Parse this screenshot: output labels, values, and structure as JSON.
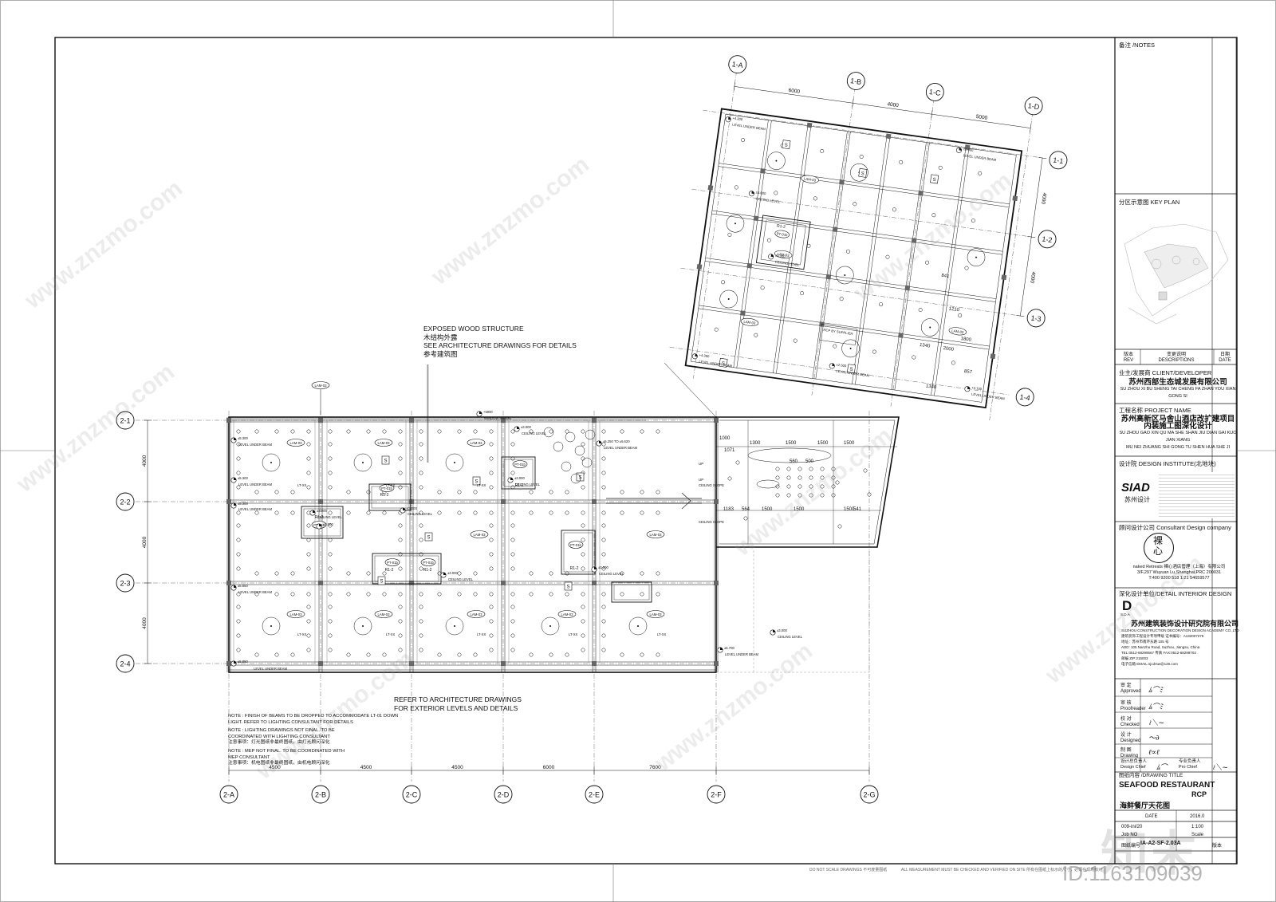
{
  "notes": {
    "exposed_wood_en": "EXPOSED WOOD STRUCTURE",
    "exposed_wood_cn": "木结构外露",
    "see_arch_en": "SEE ARCHITECTURE DRAWINGS FOR DETAILS",
    "see_arch_cn": "参考建筑图",
    "refer_arch_1": "REFER TO ARCHITECTURE DRAWINGS",
    "refer_arch_2": "FOR EXTERIOR LEVELS AND DETAILS",
    "note_1a": "NOTE : FINISH OF BEAMS TO BE DROPPED TO ACCOMMODATE LT-01 DOWN",
    "note_1b": "LIGHT. REFER TO LIGHTING CONSULTANT FOR DETAILS",
    "note_2a": "NOTE : LIGHTING DRAWINGS NOT FINAL. TO BE",
    "note_2b": "COORDINATED WITH LIGHTING CONSULTANT",
    "note_2c": "注意事项：灯光图纸非最终图纸，由灯光顾问深化",
    "note_3a": "NOTE : MEP NOT FINAL. TO BE COORDINATED WITH",
    "note_3b": "MEP CONSULTANT",
    "note_3c": "注意事项：机电图纸非最终图纸，由机电顾问深化",
    "footer_1": "DO NOT SCALE DRAWINGS  不可度量图纸",
    "footer_2": "ALL MEASUREMENT MUST BE CHECKED AND VERIFIED ON SITE  所有在图纸上标示的尺寸，必须在现场核对",
    "id_watermark": "ID:1163109039",
    "site_watermark": "www.znzmo.com",
    "brand_watermark": "知末"
  },
  "grid": {
    "h_labels": [
      "2-1",
      "2-2",
      "2-3",
      "2-4"
    ],
    "v_labels": [
      "2-A",
      "2-B",
      "2-C",
      "2-D",
      "2-E",
      "2-F",
      "2-G"
    ],
    "h_dims": [
      "4000",
      "4000",
      "4000"
    ],
    "v_dims": [
      "4500",
      "4500",
      "4500",
      "6000",
      "7600"
    ],
    "rot_labels_top": [
      "1-A",
      "1-B",
      "1-C",
      "1-D"
    ],
    "rot_labels_side": [
      "1-1",
      "1-2",
      "1-3",
      "1-4"
    ],
    "rot_dims_top": [
      "6000",
      "4000",
      "5000"
    ],
    "rot_dims_side": [
      "4000",
      "4000"
    ]
  },
  "plan_tags": {
    "lam": "LAM-03",
    "pt": "PT-01b",
    "r12": "R1-2",
    "level_beam": "LEVEL UNDER BEAM",
    "ceiling_level": "CEILING LEVEL",
    "window_frame": "WINDOW FRAME",
    "ceiling_slope": "CEILING SLOPE",
    "up": "UP",
    "lt": "LT-XX",
    "rcp_supplier": "RCP BY SUPPLIER",
    "lv_5300": "±5.300",
    "lv_5850": "±5.850",
    "lv_5700": "±5.700",
    "lv_3000": "±3.000",
    "lv_5900": "+5900",
    "lv_5250": "±5.250 TO ±5.620",
    "lv_4300": "+4.300",
    "lv_2500": "±2.500",
    "lv_4100": "+4.100",
    "dims_small": [
      "1000",
      "1300",
      "1500",
      "1500",
      "1500",
      "1071",
      "1183",
      "564",
      "1500",
      "1500",
      "1500",
      "541",
      "560",
      "500",
      "841",
      "1210",
      "2000",
      "1340",
      "1800",
      "1340",
      "857",
      "1000",
      "1000"
    ]
  },
  "title_block": {
    "notes_label": "备注 /NOTES",
    "key_plan_label": "分区示意图  KEY PLAN",
    "rev_cols": [
      {
        "cn": "版本",
        "en": "REV"
      },
      {
        "cn": "变更说明",
        "en": "DESCRIPTIONS"
      },
      {
        "cn": "日期",
        "en": "DATE"
      }
    ],
    "client_label": "业主/发展商 CLIENT/DEVELOPER",
    "client_cn": "苏州西部生态城发展有限公司",
    "client_pinyin": "SU ZHOU XI BU SHENG TAI CHENG FA ZHAN YOU XIAN GONG SI",
    "project_label": "工程名称 PROJECT NAME",
    "project_cn_1": "苏州高新区马舍山酒店改扩建项目",
    "project_cn_2": "内装施工图深化设计",
    "project_pinyin_1": "SU ZHOU GAO XIN QU MA SHE SHAN JIU DIAN GAI KUO JIAN XIANG",
    "project_pinyin_2": "MU NEI ZHUANG SHI GONG TU SHEN HUA SHE JI",
    "design_inst_label": "设计院 DESIGN INSTITUTE(北地块)",
    "siad_logo": "SIAD",
    "siad_cn": "苏州设计",
    "consultant_label": "顾问设计公司 Consultant Design company",
    "naked_logo": "裸心",
    "naked_name": "naked Retreats  裸心酒店管理（上海）有限公司",
    "naked_addr": "3/F,297 Wuyuan Lu,Shanghai,PRC 200031",
    "naked_tel": "T:400 9200 518  1:21 54659577",
    "detail_label": "深化设计单位/DETAIL INTERIOR DESIGN",
    "sda_logo": "D",
    "sda_small": "S.D.A",
    "sda_cn": "苏州建筑装饰设计研究院有限公司",
    "sda_en": "SUZHOU CONSTRUCTION DECORATION DESIGN ACADEMY CO.,LTD",
    "sda_cert": "建筑装饰工程设计专项甲级  证书编号：A132007276",
    "sda_addr_cn": "地址：苏州市南环东路 105 号",
    "sda_addr_en": "ADD: 105 Nanzhu Road, Suzhou, Jiangsu, China",
    "sda_tel": "TEL:0512-68299567 传真 FAX:0512-68299702",
    "sda_zip": "邮编 ZIP:215003",
    "sda_email": "电子信箱 EMAIL:sjcdrsw@126.com",
    "roles": [
      {
        "cn": "审 定",
        "en": "Approved"
      },
      {
        "cn": "审 核",
        "en": "Proofreader"
      },
      {
        "cn": "校 对",
        "en": "Checked"
      },
      {
        "cn": "设 计",
        "en": "Designed"
      },
      {
        "cn": "制 图",
        "en": "Drawing"
      }
    ],
    "design_chief": {
      "cn": "设计总负责人",
      "en": "Design Chief"
    },
    "pro_chief": {
      "cn": "专业负责人",
      "en": "Pro Chief"
    },
    "drawing_title_label": "图纸内容 /DRAWING TITLE",
    "drawing_title_1": "SEAFOOD RESTAURANT",
    "drawing_title_2": "RCP",
    "drawing_title_cn": "海鲜餐厅天花图",
    "date_label": "DATE",
    "date_value": "2016.0",
    "job_label": "Job NO",
    "job_value": "009-ini/20",
    "scale_label": "Scale",
    "scale_value": "1:100",
    "dwg_label": "图纸编号",
    "dwg_value": "IA-A2-SF-2.03A",
    "rev_label": "版本"
  }
}
